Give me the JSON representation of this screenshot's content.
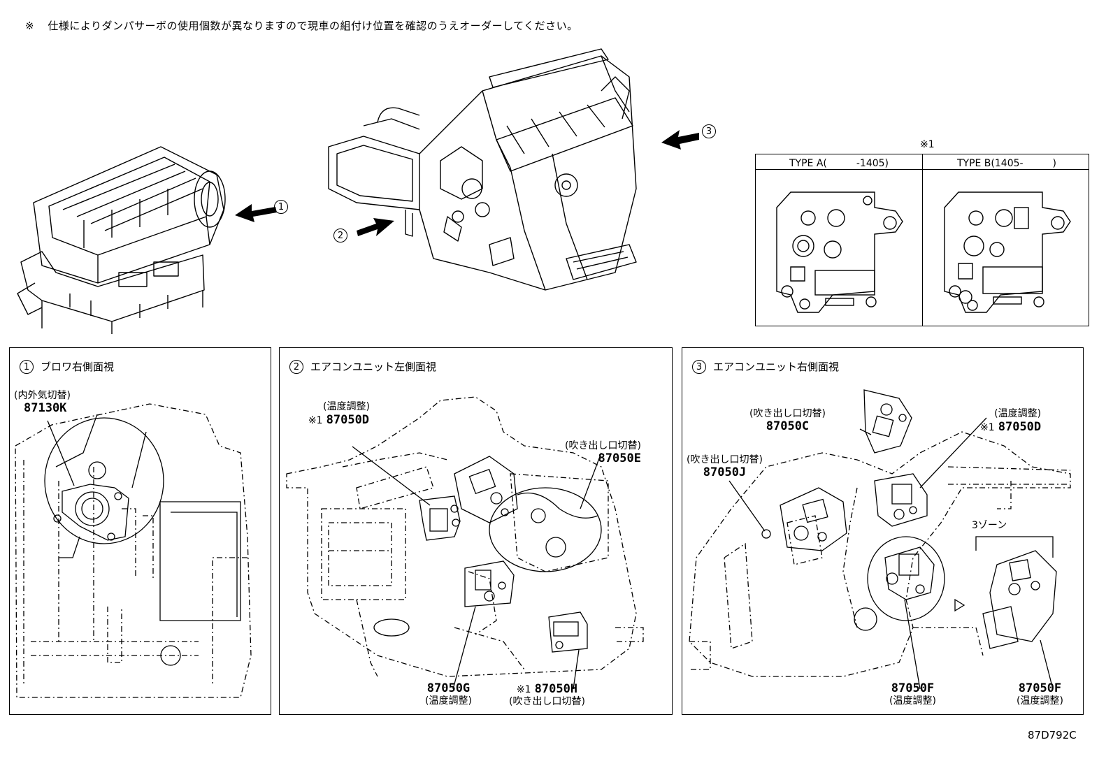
{
  "note": {
    "mark": "※",
    "text": "仕様によりダンパサーボの使用個数が異なりますので現車の組付け位置を確認のうえオーダーしてください。"
  },
  "overview": {
    "arrow_labels": [
      "1",
      "2",
      "3"
    ]
  },
  "type_table": {
    "mark": "※1",
    "type_a": "TYPE A(　　　-1405)",
    "type_b": "TYPE B(1405-　　　)"
  },
  "panels": [
    {
      "num": "1",
      "title": "ブロワ右側面視",
      "labels": [
        {
          "desc": "(内外気切替)",
          "code": "87130K"
        }
      ]
    },
    {
      "num": "2",
      "title": "エアコンユニット左側面視",
      "labels": [
        {
          "desc": "(温度調整)",
          "mark": "※1",
          "code": "87050D"
        },
        {
          "desc": "(吹き出し口切替)",
          "code": "87050E"
        },
        {
          "desc": "(温度調整)",
          "code": "87050G"
        },
        {
          "desc": "(吹き出し口切替)",
          "mark": "※1",
          "code": "87050H"
        }
      ]
    },
    {
      "num": "3",
      "title": "エアコンユニット右側面視",
      "labels": [
        {
          "desc": "(吹き出し口切替)",
          "code": "87050C"
        },
        {
          "desc": "(温度調整)",
          "mark": "※1",
          "code": "87050D"
        },
        {
          "desc": "(吹き出し口切替)",
          "code": "87050J"
        },
        {
          "desc": "(温度調整)",
          "code": "87050F"
        },
        {
          "desc": "(温度調整)",
          "code": "87050F"
        }
      ],
      "zone_label": "3ゾーン"
    }
  ],
  "footer_code": "87D792C"
}
